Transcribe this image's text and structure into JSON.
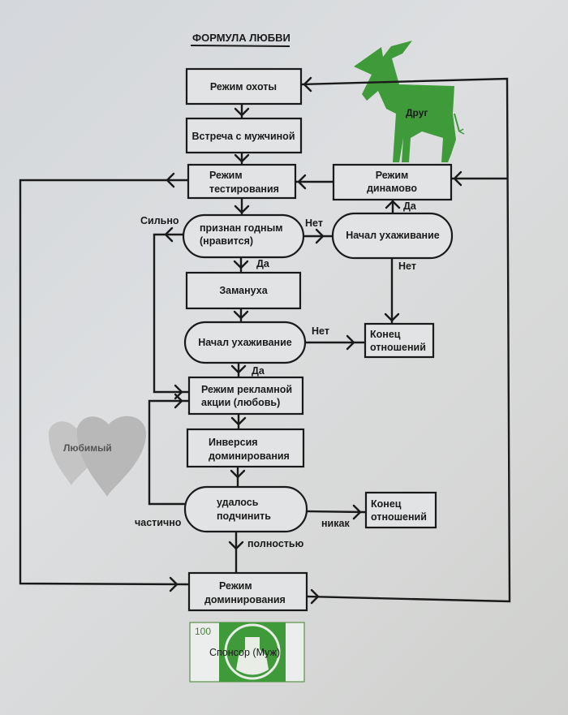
{
  "title": "ФОРМУЛА ЛЮБВИ",
  "colors": {
    "accent_green": "#3f9a3a",
    "heart_gray": "#b9b9b9",
    "line": "#1a1a1a",
    "node_fill": "#e2e3e4"
  },
  "nodes": {
    "hunt": [
      "Режим охоты"
    ],
    "meet": [
      "Встреча с мужчиной"
    ],
    "test": [
      "Режим",
      "тестирования"
    ],
    "dinamo": [
      "Режим",
      "динамово"
    ],
    "fit": [
      "признан годным",
      "(нравится)"
    ],
    "court_right": [
      "Начал ухаживание"
    ],
    "lure": [
      "Замануха"
    ],
    "court_mid": [
      "Начал ухаживание"
    ],
    "end1": [
      "Конец",
      "отношений"
    ],
    "promo": [
      "Режим рекламной",
      "акции (любовь)"
    ],
    "inversion": [
      "Инверсия",
      "доминирования"
    ],
    "subdue": [
      "удалось",
      "подчинить"
    ],
    "end2": [
      "Конец",
      "отношений"
    ],
    "dominate": [
      "Режим",
      "доминирования"
    ]
  },
  "edge_labels": {
    "strongly": "Сильно",
    "no_fit": "Нет",
    "yes_fit": "Да",
    "yes_dinamo": "Да",
    "no_court_right": "Нет",
    "no_court_mid": "Нет",
    "yes_court_mid": "Да",
    "partially": "частично",
    "nothing": "никак",
    "fully": "полностью"
  },
  "illustrations": {
    "donkey_label": "Друг",
    "hearts_label": "Любимый",
    "banknote_value": "100",
    "banknote_label": "Спонсор (Муж)"
  }
}
